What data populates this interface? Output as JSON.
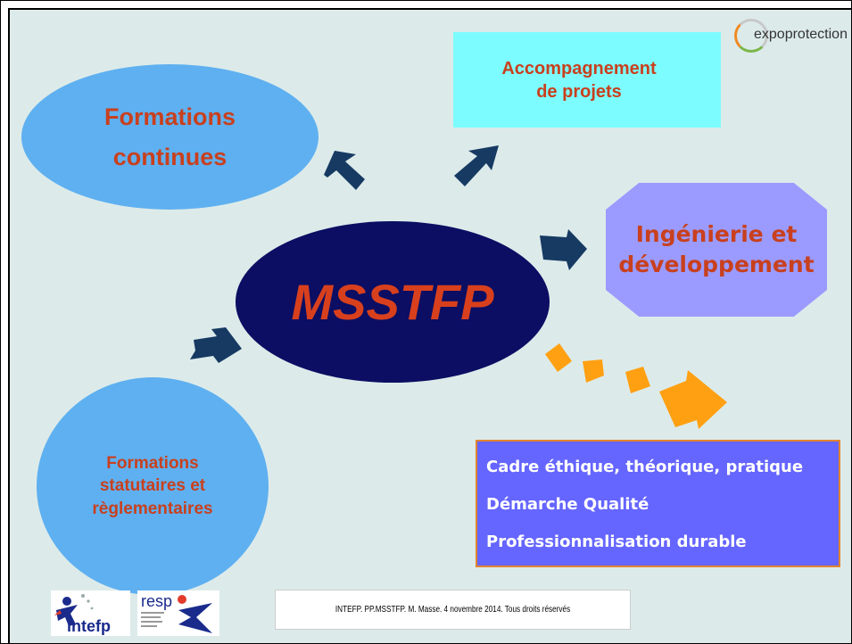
{
  "center": {
    "label": "MSSTFP"
  },
  "nodes": {
    "formations_continues": {
      "line1": "Formations",
      "line2": "continues"
    },
    "accompagnement": {
      "line1": "Accompagnement",
      "line2": "de projets"
    },
    "ingenierie": {
      "line1": "Ingénierie et",
      "line2": "développement"
    },
    "formations_statutaires": {
      "line1": "Formations",
      "line2": "statutaires et",
      "line3": "règlementaires"
    }
  },
  "cadre": {
    "items": [
      "Cadre éthique, théorique, pratique",
      "Démarche Qualité",
      "Professionnalisation durable"
    ]
  },
  "logos": {
    "expo": "expoprotection",
    "intefp": "intefp",
    "resp": "resp"
  },
  "footer": {
    "text": "INTEFP. PP.MSSTFP. M. Masse. 4 novembre 2014. Tous droits réservés"
  },
  "colors": {
    "background": "#dcebea",
    "ellipse": "#5fb0f0",
    "center": "#0b0e62",
    "accent_text": "#c8401e",
    "arrow": "#173a63",
    "dashed_arrow": "#ffa013",
    "cadre": "#6565ff"
  }
}
